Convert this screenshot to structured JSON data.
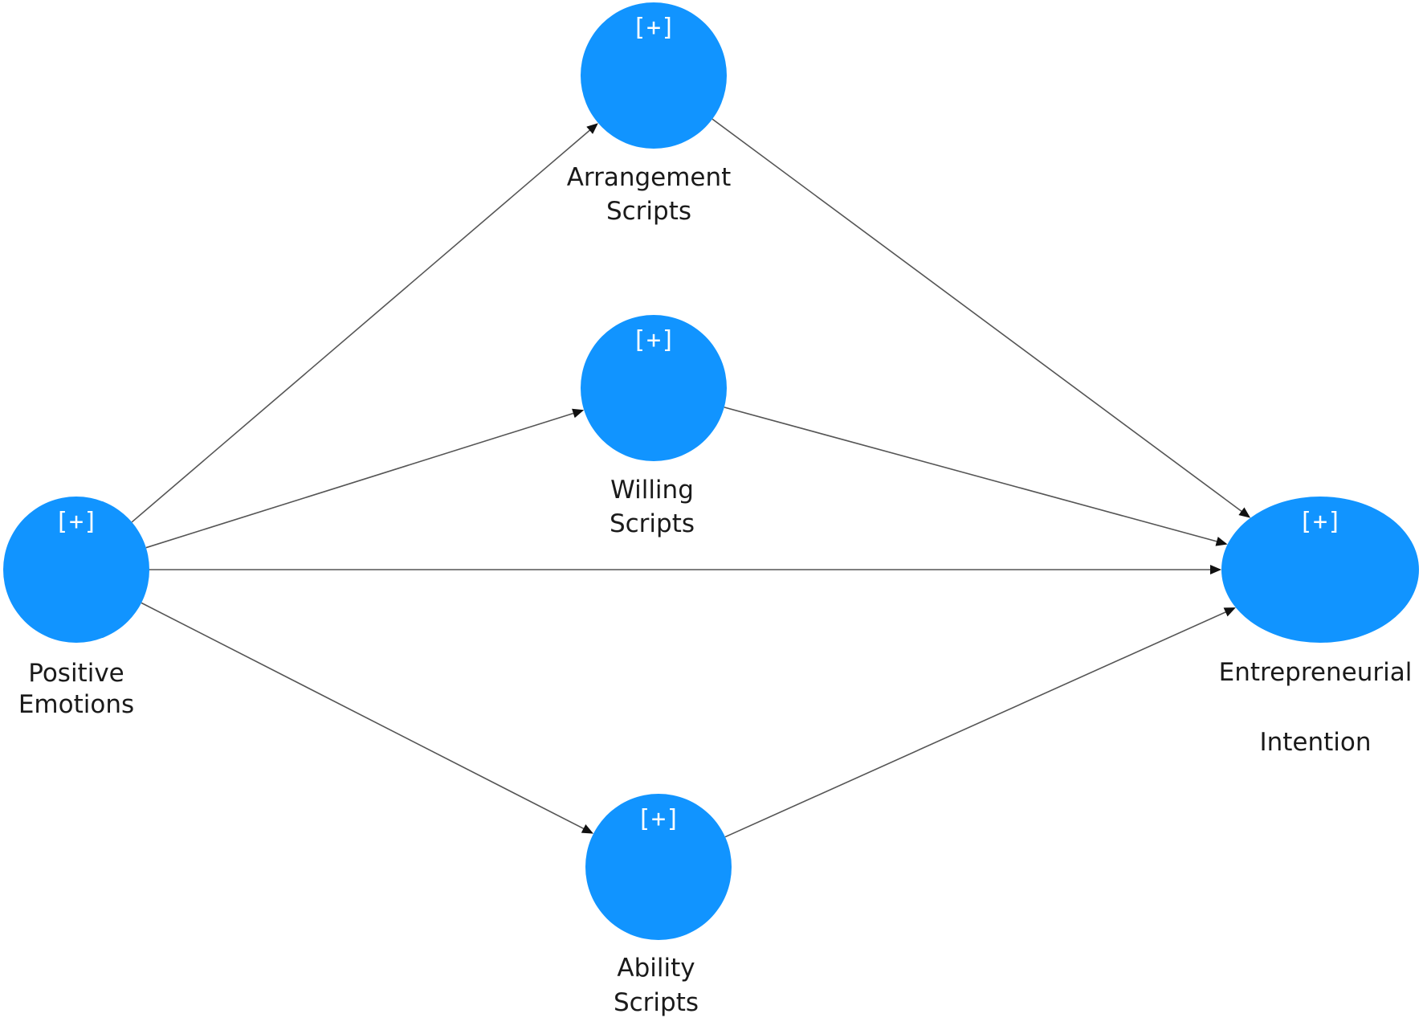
{
  "diagram": {
    "node_color": "#1194FF",
    "edge_color": "#555555",
    "expand_symbol": "[+]",
    "nodes": [
      {
        "id": "positive-emotions",
        "label_lines": [
          "Positive",
          "Emotions"
        ]
      },
      {
        "id": "arrangement-scripts",
        "label_lines": [
          "Arrangement",
          "Scripts"
        ]
      },
      {
        "id": "willing-scripts",
        "label_lines": [
          "Willing",
          "Scripts"
        ]
      },
      {
        "id": "ability-scripts",
        "label_lines": [
          "Ability",
          "Scripts"
        ]
      },
      {
        "id": "entrepreneurial-intention",
        "label_lines": [
          "Entrepreneurial",
          "Intention"
        ]
      }
    ],
    "edges": [
      {
        "from": "positive-emotions",
        "to": "arrangement-scripts"
      },
      {
        "from": "positive-emotions",
        "to": "willing-scripts"
      },
      {
        "from": "positive-emotions",
        "to": "entrepreneurial-intention"
      },
      {
        "from": "positive-emotions",
        "to": "ability-scripts"
      },
      {
        "from": "arrangement-scripts",
        "to": "entrepreneurial-intention"
      },
      {
        "from": "willing-scripts",
        "to": "entrepreneurial-intention"
      },
      {
        "from": "ability-scripts",
        "to": "entrepreneurial-intention"
      }
    ]
  }
}
